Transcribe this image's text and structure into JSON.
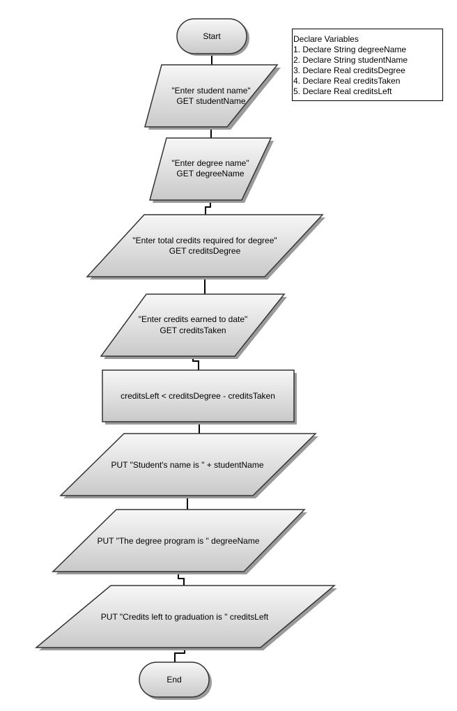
{
  "flowchart": {
    "start": {
      "label": "Start"
    },
    "steps": [
      {
        "id": "input-student-name",
        "kind": "io",
        "lines": [
          "\"Enter student name\"",
          "GET studentName"
        ]
      },
      {
        "id": "input-degree-name",
        "kind": "io",
        "lines": [
          "\"Enter degree name\"",
          "GET degreeName"
        ]
      },
      {
        "id": "input-credits-degree",
        "kind": "io",
        "lines": [
          "\"Enter total credits required for degree\"",
          "GET creditsDegree"
        ]
      },
      {
        "id": "input-credits-taken",
        "kind": "io",
        "lines": [
          "\"Enter credits earned to date\"",
          "GET creditsTaken"
        ]
      },
      {
        "id": "process-credits-left",
        "kind": "process",
        "lines": [
          "creditsLeft < creditsDegree - creditsTaken"
        ]
      },
      {
        "id": "output-student-name",
        "kind": "io",
        "lines": [
          "PUT \"Student's name is \" + studentName"
        ]
      },
      {
        "id": "output-degree-program",
        "kind": "io",
        "lines": [
          "PUT \"The degree program is \" degreeName"
        ]
      },
      {
        "id": "output-credits-left",
        "kind": "io",
        "lines": [
          "PUT \"Credits left to graduation is \" creditsLeft"
        ]
      }
    ],
    "end": {
      "label": "End"
    }
  },
  "declarations": {
    "title": "Declare Variables",
    "items": [
      "1. Declare String degreeName",
      "2. Declare String studentName",
      "3. Declare Real creditsDegree",
      "4. Declare Real creditsTaken",
      "5. Declare Real creditsLeft"
    ]
  },
  "colors": {
    "shape_fill_top": "#f7f7f7",
    "shape_fill_bottom": "#c9c9c9",
    "shape_stroke": "#333333",
    "shadow": "#9a9a9a",
    "connector": "#000000"
  }
}
